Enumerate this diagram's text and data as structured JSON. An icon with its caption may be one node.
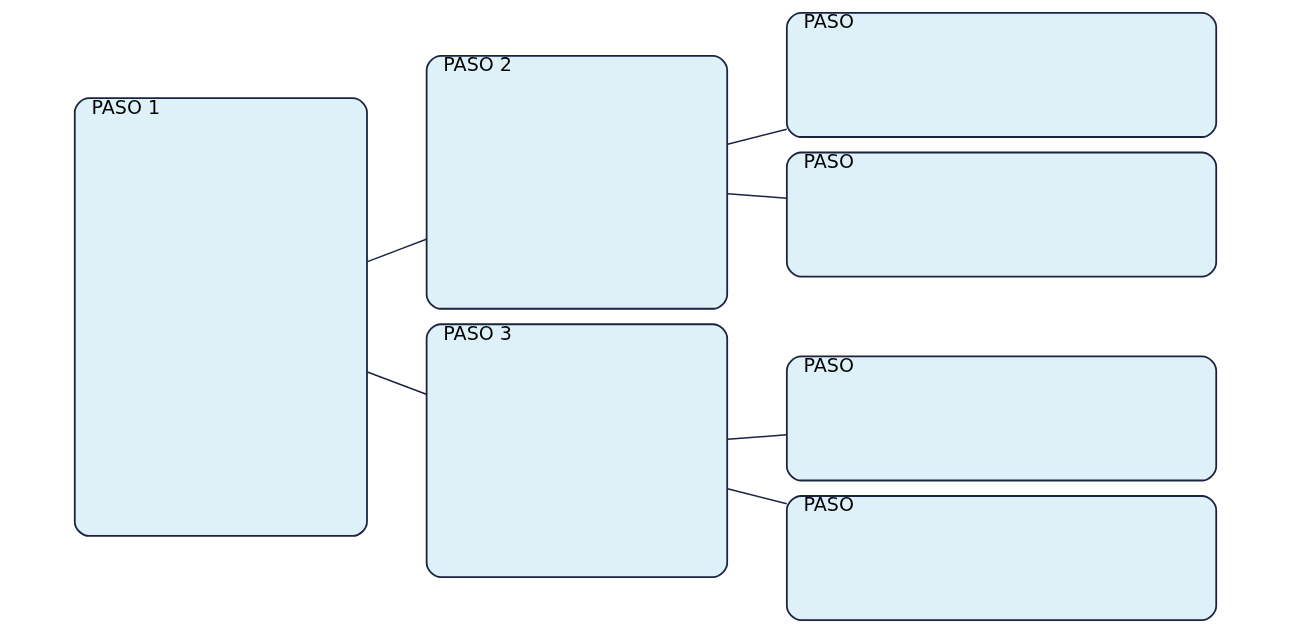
{
  "diagram": {
    "nodes": [
      {
        "text": [
          "PASO 1"
        ]
      },
      {
        "text": [
          "PASO 2"
        ]
      },
      {
        "text": [
          "PASO 3"
        ]
      },
      {
        "text": [
          "PASO"
        ]
      },
      {
        "text": [
          "PASO"
        ]
      },
      {
        "text": [
          "PASO"
        ]
      },
      {
        "text": [
          "PASO"
        ]
      }
    ],
    "edges": [
      {
        "from": 0,
        "to": 1,
        "arrow": "none"
      },
      {
        "from": 0,
        "to": 2,
        "arrow": "none"
      },
      {
        "from": 1,
        "to": 3,
        "arrow": "none"
      },
      {
        "from": 1,
        "to": 4,
        "arrow": "none"
      },
      {
        "from": 2,
        "to": 5,
        "arrow": "none"
      },
      {
        "from": 2,
        "to": 6,
        "arrow": "none"
      }
    ]
  }
}
